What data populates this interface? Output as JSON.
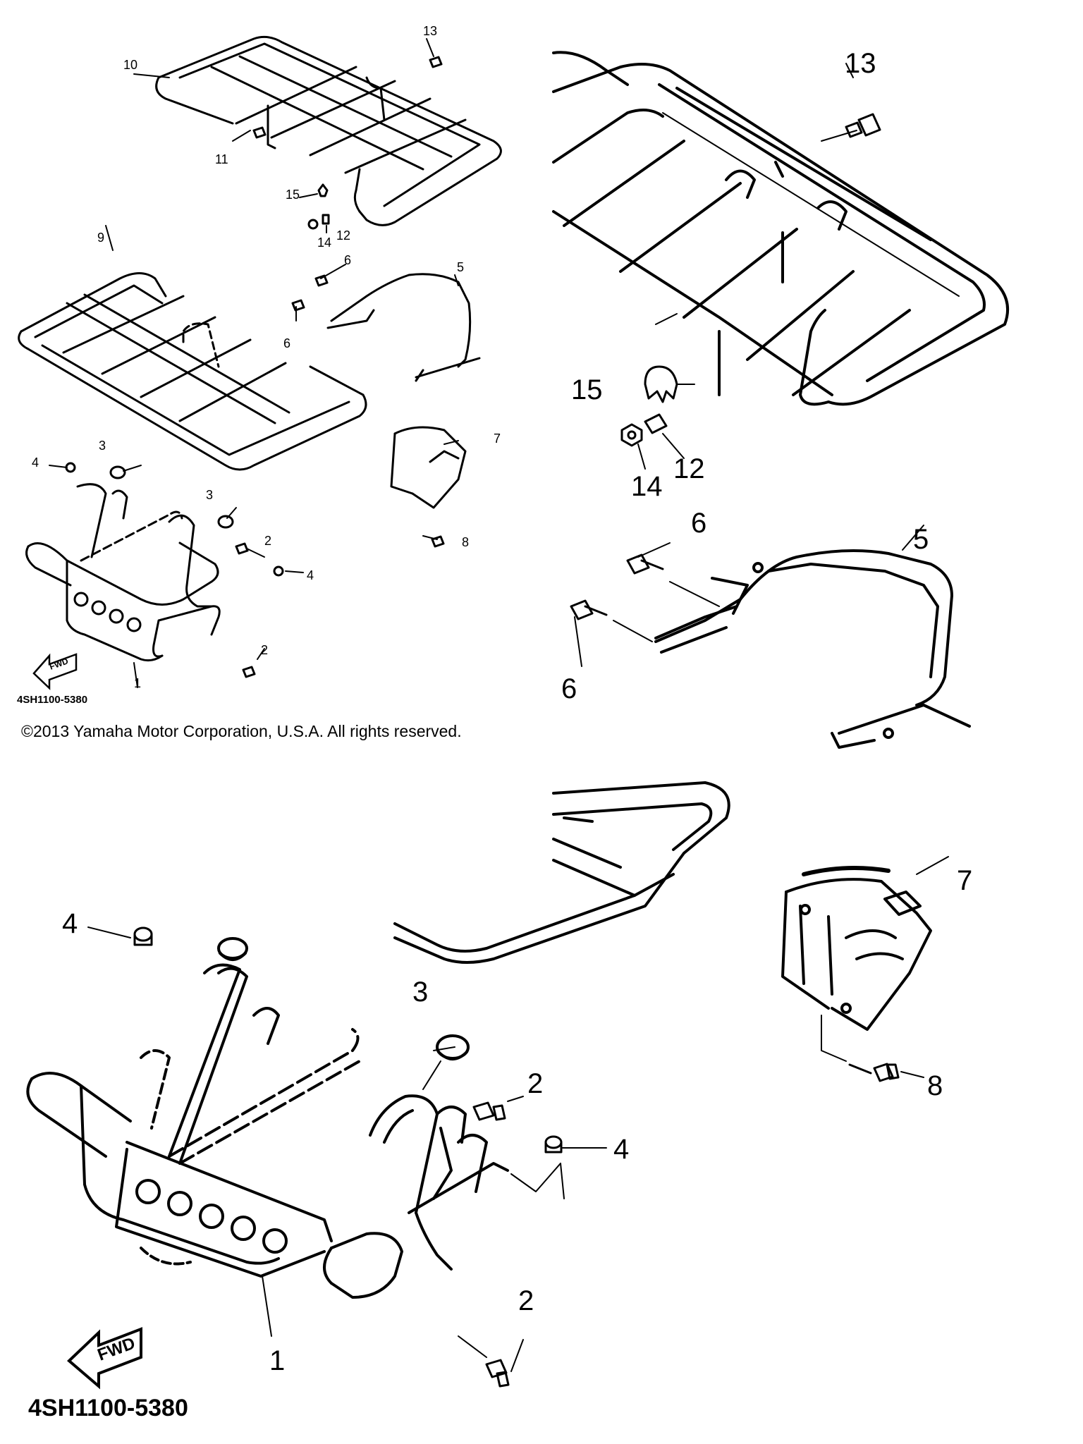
{
  "copyright": "©2013 Yamaha Motor Corporation, U.S.A. All rights reserved.",
  "diagram_id": "4SH1100-5380",
  "fwd_label": "FWD",
  "callouts": {
    "c1": "1",
    "c2": "2",
    "c3": "3",
    "c4": "4",
    "c5": "5",
    "c6": "6",
    "c7": "7",
    "c8": "8",
    "c9": "9",
    "c10": "10",
    "c11": "11",
    "c12": "12",
    "c13": "13",
    "c14": "14",
    "c15": "15"
  }
}
